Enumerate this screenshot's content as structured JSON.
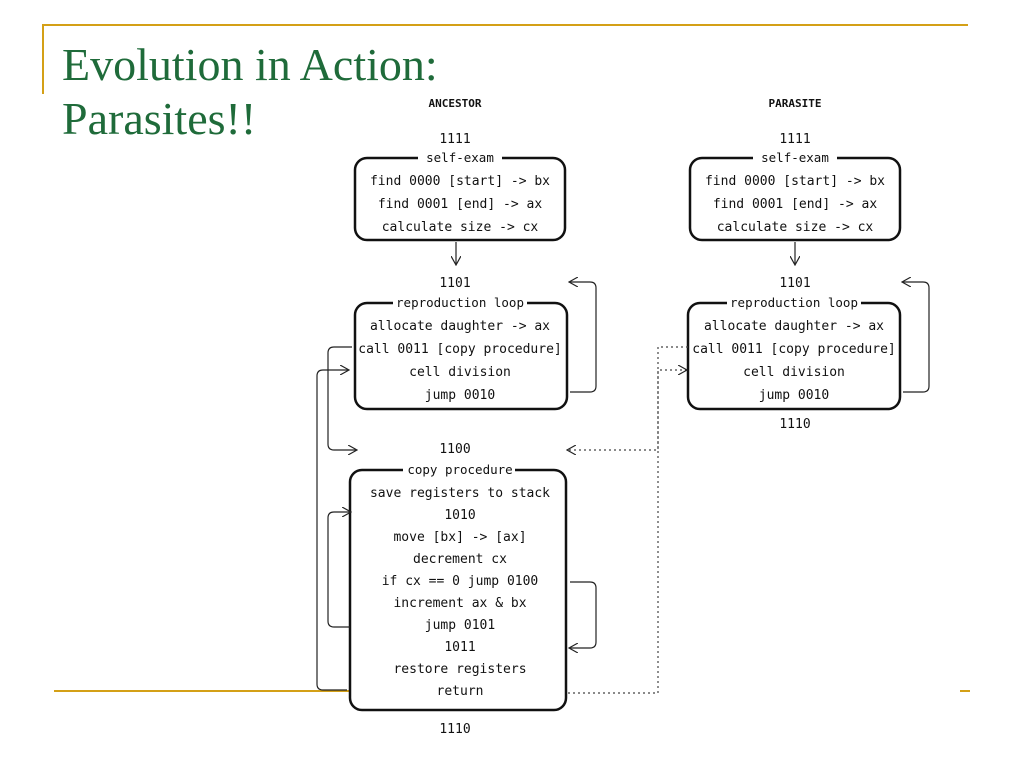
{
  "slide": {
    "title_line1": "Evolution in Action:",
    "title_line2": "Parasites!!"
  },
  "colors": {
    "title": "#1f6b3a",
    "accent_rule": "#d4a017",
    "diagram_ink": "#111111"
  },
  "ancestor": {
    "title": "ANCESTOR",
    "start_addr": "1111",
    "self_exam": {
      "label": "self-exam",
      "lines": [
        "find 0000 [start] -> bx",
        "find 0001  [end]  -> ax",
        "calculate size    -> cx"
      ]
    },
    "loop_addr": "1101",
    "reproduction_loop": {
      "label": "reproduction loop",
      "lines": [
        "allocate daughter -> ax",
        "call 0011 [copy procedure]",
        "cell division",
        "jump 0010"
      ]
    },
    "copy_addr": "1100",
    "copy_procedure": {
      "label": "copy procedure",
      "lines": [
        "save registers to stack",
        "1010",
        "move [bx] -> [ax]",
        "decrement cx",
        "if cx == 0 jump 0100",
        "increment ax & bx",
        "jump 0101",
        "1011",
        "restore registers",
        "return"
      ]
    },
    "end_addr": "1110"
  },
  "parasite": {
    "title": "PARASITE",
    "start_addr": "1111",
    "self_exam": {
      "label": "self-exam",
      "lines": [
        "find 0000 [start] -> bx",
        "find 0001  [end]  -> ax",
        "calculate size    -> cx"
      ]
    },
    "loop_addr": "1101",
    "reproduction_loop": {
      "label": "reproduction loop",
      "lines": [
        "allocate daughter -> ax",
        "call 0011 [copy procedure]",
        "cell division",
        "jump 0010"
      ]
    },
    "end_addr": "1110"
  }
}
